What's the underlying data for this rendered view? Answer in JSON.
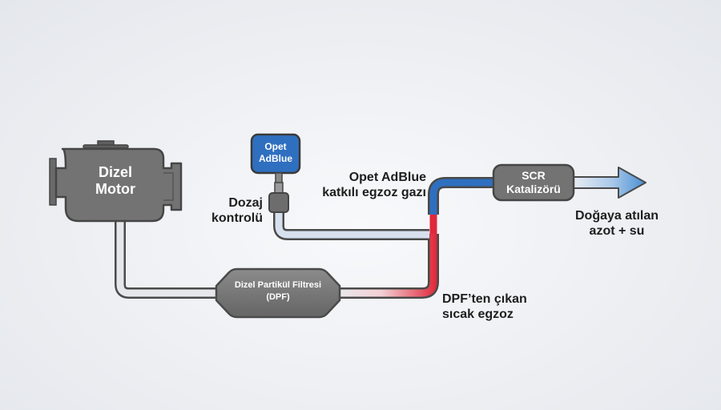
{
  "engine": {
    "line1": "Dizel",
    "line2": "Motor"
  },
  "adblue_tank": {
    "line1": "Opet",
    "line2": "AdBlue"
  },
  "dosing": {
    "line1": "Dozaj",
    "line2": "kontrolü"
  },
  "adblue_exhaust": {
    "line1": "Opet AdBlue",
    "line2": "katkılı egzoz gazı"
  },
  "dpf": {
    "line1": "Dizel Partikül Filtresi",
    "line2": "(DPF)"
  },
  "hot_exhaust": {
    "line1": "DPF’ten çıkan",
    "line2": "sıcak egzoz"
  },
  "scr": {
    "line1": "SCR",
    "line2": "Katalizörü"
  },
  "output": {
    "line1": "Doğaya atılan",
    "line2": "azot + su"
  },
  "colors": {
    "component_gray": "#737373",
    "pipe_light": "#e6e7ea",
    "adblue_blue": "#2f6fc0",
    "hot_red": "#e0283a",
    "arrow_blue": "#4a90d4"
  }
}
